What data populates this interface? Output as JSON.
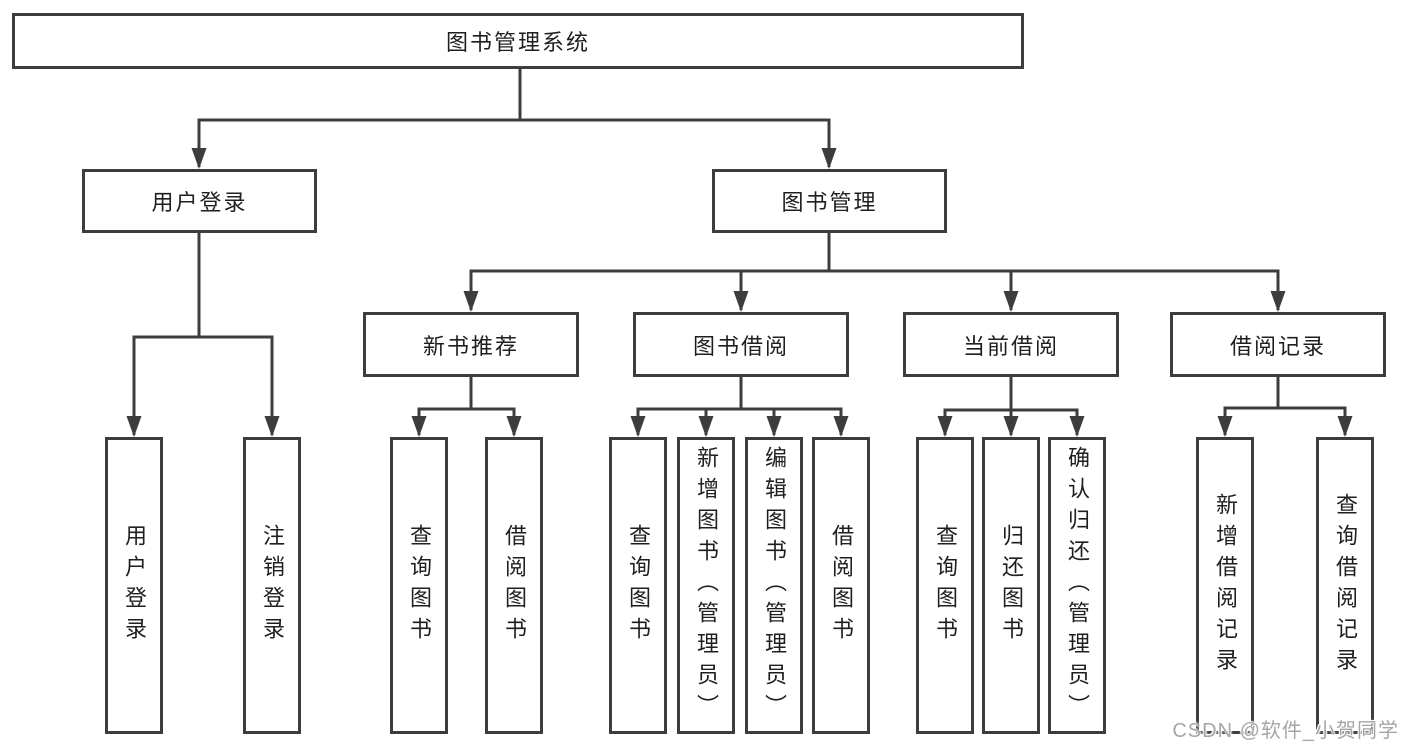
{
  "tree": {
    "root": {
      "label": "图书管理系统",
      "children": [
        {
          "label": "用户登录",
          "children": [
            {
              "label": "用户登录"
            },
            {
              "label": "注销登录"
            }
          ]
        },
        {
          "label": "图书管理",
          "children": [
            {
              "label": "新书推荐",
              "children": [
                {
                  "label": "查询图书"
                },
                {
                  "label": "借阅图书"
                }
              ]
            },
            {
              "label": "图书借阅",
              "children": [
                {
                  "label": "查询图书"
                },
                {
                  "label": "新增图书（管理员）"
                },
                {
                  "label": "编辑图书（管理员）"
                },
                {
                  "label": "借阅图书"
                }
              ]
            },
            {
              "label": "当前借阅",
              "children": [
                {
                  "label": "查询图书"
                },
                {
                  "label": "归还图书"
                },
                {
                  "label": "确认归还（管理员）"
                }
              ]
            },
            {
              "label": "借阅记录",
              "children": [
                {
                  "label": "新增借阅记录"
                },
                {
                  "label": "查询借阅记录"
                }
              ]
            }
          ]
        }
      ]
    }
  },
  "watermark": "CSDN @软件_小贺同学",
  "colors": {
    "line": "#3d3d3d",
    "text": "#1f1f1f",
    "background": "#ffffff",
    "watermark": "#a6a6a6"
  }
}
